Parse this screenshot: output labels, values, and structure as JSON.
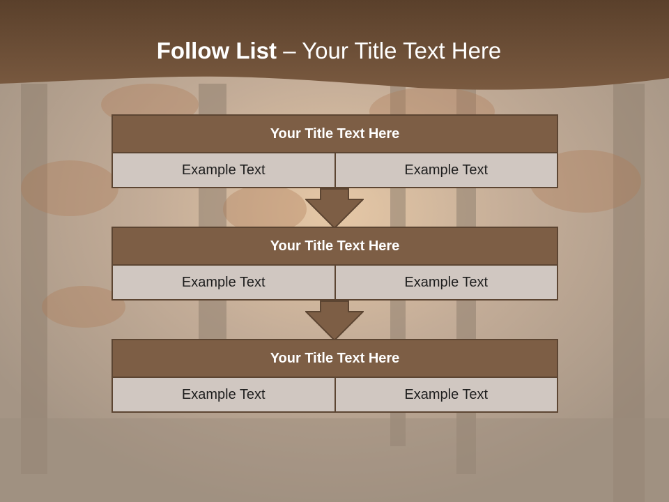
{
  "slide": {
    "title_bold": "Follow List",
    "title_rest": " – Your Title Text Here"
  },
  "blocks": [
    {
      "title": "Your Title Text Here",
      "left": "Example Text",
      "right": "Example Text"
    },
    {
      "title": "Your Title Text Here",
      "left": "Example Text",
      "right": "Example Text"
    },
    {
      "title": "Your Title Text Here",
      "left": "Example Text",
      "right": "Example Text"
    }
  ],
  "colors": {
    "header_band": "#6b4d35",
    "block_title": "#7d5e45",
    "block_cell": "#d0c7c1",
    "border": "#5c4532",
    "arrow": "#7d5e45"
  },
  "icons": {
    "connector": "down-arrow-icon",
    "background": "autumn-forest-photo"
  }
}
